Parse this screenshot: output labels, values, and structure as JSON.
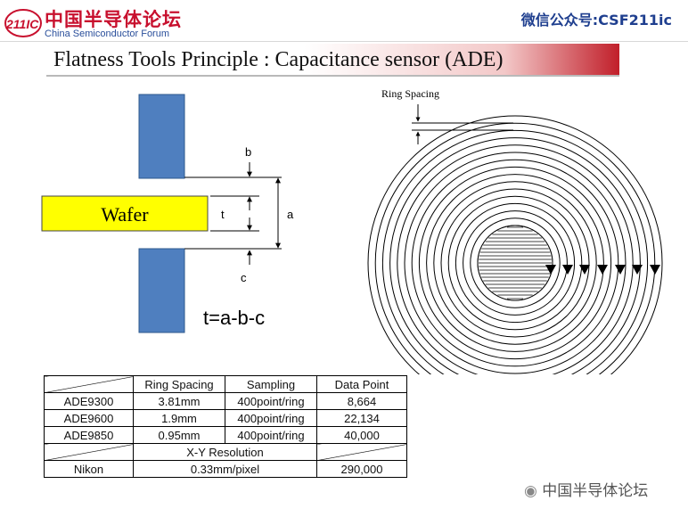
{
  "header": {
    "logo_mark": "211IC",
    "logo_cn": "中国半导体论坛",
    "logo_en": "China Semiconductor Forum",
    "wechat_id": "微信公众号:CSF211ic"
  },
  "title": "Flatness Tools Principle : Capacitance sensor (ADE)",
  "diagram": {
    "wafer_label": "Wafer",
    "label_b": "b",
    "label_t": "t",
    "label_a": "a",
    "label_c": "c",
    "formula": "t=a-b-c",
    "ring_spacing_label": "Ring Spacing",
    "colors": {
      "electrode": "#4f7fbf",
      "wafer": "#ffff00"
    }
  },
  "table": {
    "headers": [
      "Ring Spacing",
      "Sampling",
      "Data Point"
    ],
    "rows": [
      [
        "ADE9300",
        "3.81mm",
        "400point/ring",
        "8,664"
      ],
      [
        "ADE9600",
        "1.9mm",
        "400point/ring",
        "22,134"
      ],
      [
        "ADE9850",
        "0.95mm",
        "400point/ring",
        "40,000"
      ]
    ],
    "xy_header": "X-Y Resolution",
    "nikon_row": [
      "Nikon",
      "0.33mm/pixel",
      "290,000"
    ]
  },
  "watermark": "中国半导体论坛"
}
